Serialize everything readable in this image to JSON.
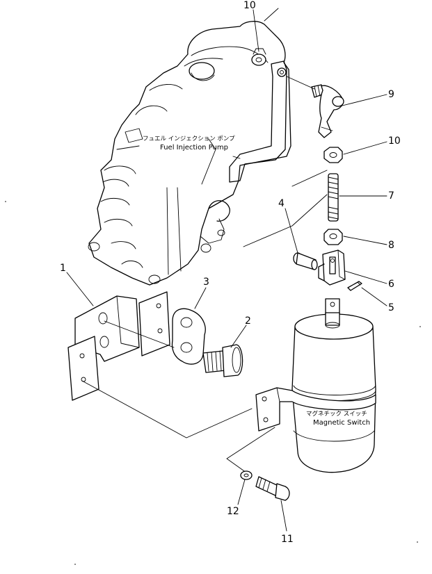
{
  "parts": {
    "p1": "1",
    "p2": "2",
    "p3": "3",
    "p4": "4",
    "p5": "5",
    "p6": "6",
    "p7": "7",
    "p8": "8",
    "p9": "9",
    "p10a": "10",
    "p10b": "10",
    "p11": "11",
    "p12": "12"
  },
  "labels": {
    "pump_jp": "フュエル インジェクション ポンプ",
    "pump_en": "Fuel Injection Pump",
    "switch_jp": "マグネチック スイッチ",
    "switch_en": "Magnetic Switch"
  }
}
